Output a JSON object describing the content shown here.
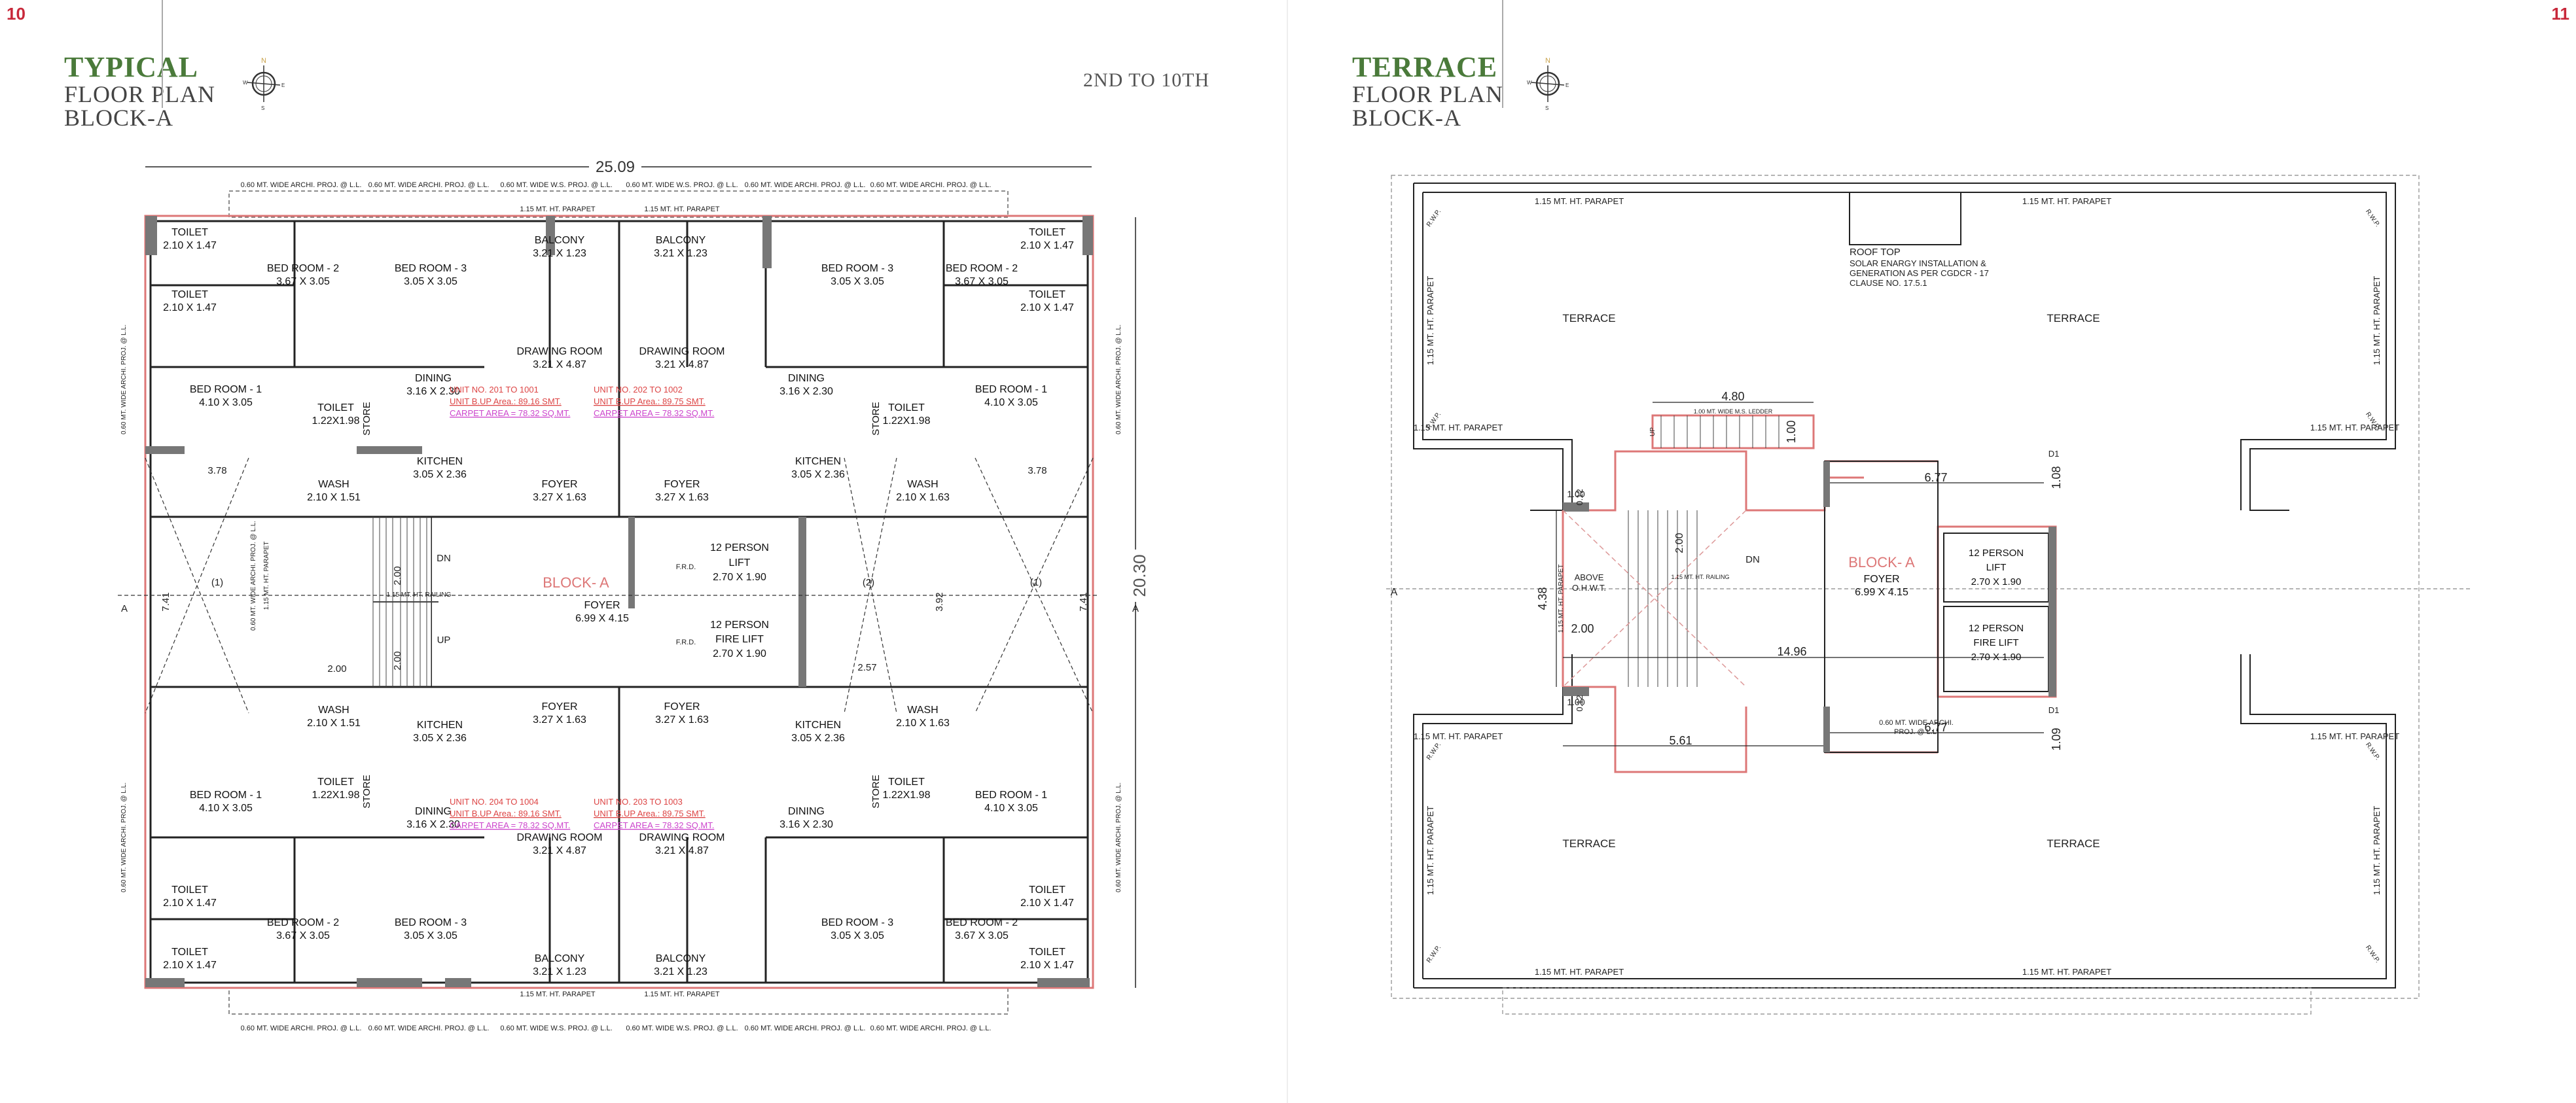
{
  "left_page": {
    "page_number": "10",
    "title": "TYPICAL",
    "subtitle_1": "FLOOR PLAN",
    "subtitle_2": "BLOCK-A",
    "floors": "2ND TO 10TH",
    "compass": {
      "n": "N",
      "s": "S",
      "e": "E",
      "w": "W"
    },
    "plan": {
      "overall_width": "25.09",
      "overall_height": "20.30",
      "section_mark": "A",
      "top_projections": [
        "0.60 MT. WIDE ARCHI. PROJ. @ L.L.",
        "0.60 MT. WIDE ARCHI. PROJ. @ L.L.",
        "0.60 MT. WIDE W.S. PROJ. @ L.L.",
        "0.60 MT. WIDE W.S. PROJ. @ L.L.",
        "0.60 MT. WIDE ARCHI. PROJ. @ L.L.",
        "0.60 MT. WIDE ARCHI. PROJ. @ L.L."
      ],
      "parapet": "1.15 MT. HT. PARAPET",
      "side_projection": "0.60 MT. WIDE ARCHI. PROJ. @ L.L.",
      "ws_projection": "0.60 MT. WIDE W.S. PROJ. @ L.L.",
      "railing": "1.15 MT. HT. RAILING",
      "block_label": "BLOCK- A",
      "rooms": {
        "toilet": {
          "name": "TOILET",
          "size": "2.10 X 1.47"
        },
        "toilet_small": {
          "name": "TOILET",
          "size": "1.22X1.98"
        },
        "bed1": {
          "name": "BED ROOM - 1",
          "size": "4.10 X 3.05"
        },
        "bed2": {
          "name": "BED ROOM - 2",
          "size": "3.67 X 3.05"
        },
        "bed3": {
          "name": "BED ROOM - 3",
          "size": "3.05 X 3.05"
        },
        "balcony": {
          "name": "BALCONY",
          "size": "3.21 X 1.23"
        },
        "drawing": {
          "name": "DRAWING ROOM",
          "size": "3.21 X 4.87"
        },
        "dining": {
          "name": "DINING",
          "size": "3.16 X 2.30"
        },
        "kitchen": {
          "name": "KITCHEN",
          "size": "3.05 X 2.36"
        },
        "wash_left": {
          "name": "WASH",
          "size": "2.10 X 1.51"
        },
        "wash_right": {
          "name": "WASH",
          "size": "2.10 X 1.63"
        },
        "foyer_unit": {
          "name": "FOYER",
          "size": "3.27 X 1.63"
        },
        "foyer_main": {
          "name": "FOYER",
          "size": "6.99 X 4.15"
        },
        "lift": {
          "name1": "12 PERSON",
          "name2": "LIFT",
          "size": "2.70 X 1.90"
        },
        "fire_lift": {
          "name1": "12 PERSON",
          "name2": "FIRE LIFT",
          "size": "2.70 X 1.90"
        },
        "store": "STORE"
      },
      "units": [
        {
          "no": "UNIT NO. 201 TO 1001",
          "bup": "UNIT B.UP Area.: 89.16 SMT.",
          "carpet": "CARPET AREA = 78.32 SQ.MT."
        },
        {
          "no": "UNIT NO. 202 TO 1002",
          "bup": "UNIT B.UP Area.: 89.75 SMT.",
          "carpet": "CARPET AREA = 78.32 SQ.MT."
        },
        {
          "no": "UNIT NO. 204 TO 1004",
          "bup": "UNIT B.UP Area.: 89.16 SMT.",
          "carpet": "CARPET AREA = 78.32 SQ.MT."
        },
        {
          "no": "UNIT NO. 203 TO 1003",
          "bup": "UNIT B.UP Area.: 89.75 SMT.",
          "carpet": "CARPET AREA = 78.32 SQ.MT."
        }
      ],
      "dims": {
        "d378": "3.78",
        "d741": "7.41",
        "d392": "3.92",
        "d257": "2.57",
        "d200": "2.00",
        "cut1": "(1)",
        "cut2": "(2)"
      },
      "stairs": {
        "dn": "DN",
        "up": "UP",
        "frd": "F.R.D."
      }
    }
  },
  "right_page": {
    "page_number": "11",
    "title": "TERRACE",
    "subtitle_1": "FLOOR PLAN",
    "subtitle_2": "BLOCK-A",
    "compass": {
      "n": "N",
      "s": "S",
      "e": "E",
      "w": "W"
    },
    "plan": {
      "parapet": "1.15 MT. HT. PARAPET",
      "terrace": "TERRACE",
      "roof_top": "ROOF TOP",
      "solar_1": "SOLAR ENARGY INSTALLATION &",
      "solar_2": "GENERATION  AS PER CGDCR - 17",
      "solar_3": "CLAUSE NO. 17.5.1",
      "ladder": "1.00 MT. WIDE M.S. LEDDER",
      "above_ohwt_1": "ABOVE",
      "above_ohwt_2": "O.H.W.T.",
      "railing": "1.15 MT. HT. RAILING",
      "block_label": "BLOCK- A",
      "foyer": {
        "name": "FOYER",
        "size": "6.99 X 4.15"
      },
      "lift": {
        "name1": "12 PERSON",
        "name2": "LIFT",
        "size": "2.70 X 1.90"
      },
      "fire_lift": {
        "name1": "12 PERSON",
        "name2": "FIRE LIFT",
        "size": "2.70 X 1.90"
      },
      "dims": {
        "d480": "4.80",
        "d100": "1.00",
        "d677": "6.77",
        "d1496": "14.96",
        "d561": "5.61",
        "d438": "4.38",
        "d200": "2.00",
        "d012": "0.12",
        "d108": "1.08",
        "d109": "1.09"
      },
      "rwp": "R.W.P.",
      "up": "UP",
      "dn": "DN",
      "d1": "D1",
      "archi_proj_1": "0.60 MT. WIDE ARCHI.",
      "archi_proj_2": "PROJ. @ L.L.",
      "section_mark": "A"
    }
  }
}
